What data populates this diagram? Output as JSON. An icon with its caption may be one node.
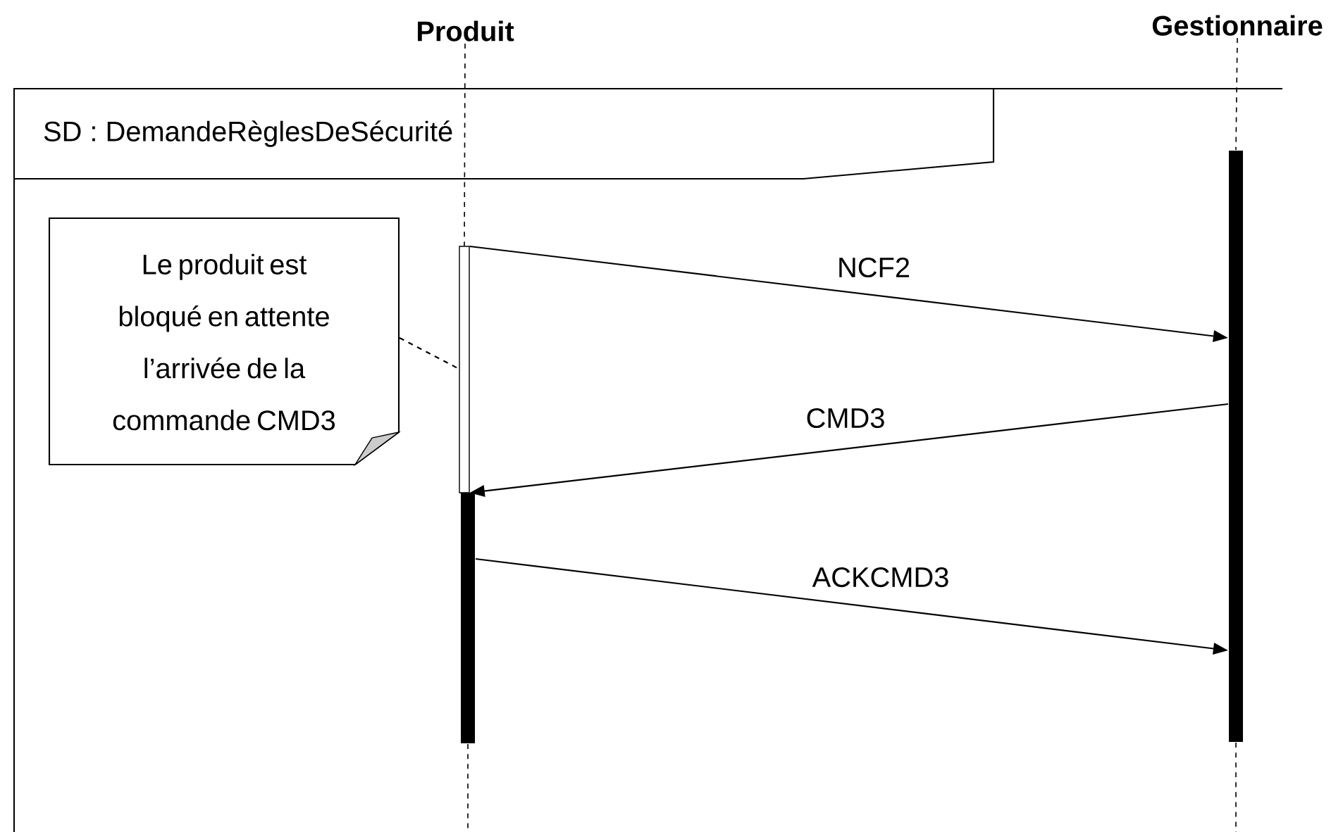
{
  "diagram": {
    "nodes": [
      {
        "text": [
          "SD : DemandeRèglesDeSécurité"
        ]
      },
      {
        "text": [
          "Produit"
        ]
      },
      {
        "text": [
          "Gestionnaire"
        ]
      },
      {
        "text": [
          "Le produit est bloqué en attente l’arrivée de la commande CMD3"
        ],
        "in": 0
      },
      {
        "text": [],
        "shape": "bar",
        "in": 0
      },
      {
        "text": [],
        "shape": "bar",
        "in": 0
      },
      {
        "text": [],
        "shape": "bar",
        "in": 0
      }
    ],
    "edges": [
      {
        "from": 3,
        "to": 4,
        "arrow": "none",
        "style": "dashed"
      },
      {
        "from": 4,
        "to": 6,
        "arrow": "to",
        "label": "NCF2"
      },
      {
        "from": 6,
        "to": 4,
        "arrow": "to",
        "label": "CMD3"
      },
      {
        "from": 5,
        "to": 6,
        "arrow": "to",
        "label": "ACKCMD3"
      },
      {
        "from": 1,
        "to": 4,
        "arrow": "none",
        "style": "dashed"
      },
      {
        "from": 5,
        "to": null,
        "arrow": "none",
        "style": "dashed"
      },
      {
        "from": 2,
        "to": 6,
        "arrow": "none",
        "style": "dashed"
      },
      {
        "from": 6,
        "to": null,
        "arrow": "none",
        "style": "dashed"
      }
    ]
  }
}
